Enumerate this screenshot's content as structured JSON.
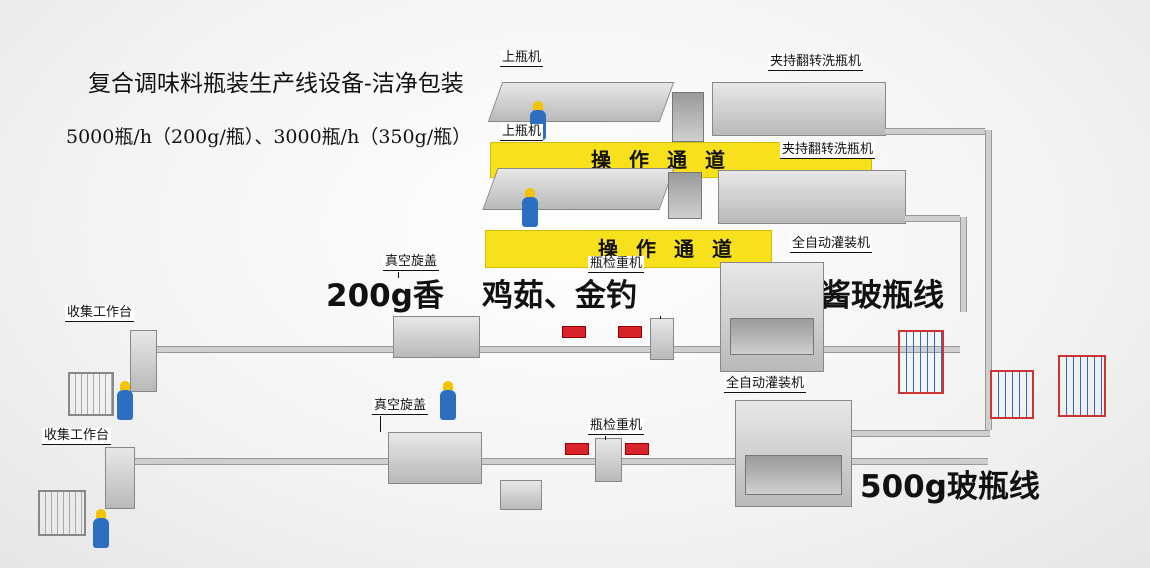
{
  "title": "复合调味料瓶装生产线设备-洁净包装",
  "subtitle": "5000瓶/h（200g/瓶）、3000瓶/h（350g/瓶）",
  "walkway_label": "操作通道",
  "labels": {
    "bottle_loader": "上瓶机",
    "washer": "夹持翻转洗瓶机",
    "filler": "全自动灌装机",
    "capper": "真空旋盖",
    "checkweigher": "瓶检重机",
    "collection_table": "收集工作台"
  },
  "line_200g": {
    "part1": "200g香",
    "part2": "鸡茹、金钓",
    "part3": "酱玻瓶线"
  },
  "line_500g": "500g玻瓶线",
  "colors": {
    "walkway": "#f6e11c",
    "worker": "#2c6fc0",
    "helmet": "#f4c400",
    "weigher": "#d8232a"
  }
}
